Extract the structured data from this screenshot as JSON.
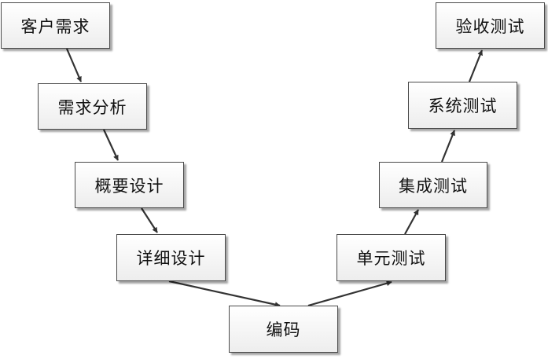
{
  "diagram": {
    "type": "v-model",
    "nodes": [
      {
        "label": "客户需求"
      },
      {
        "label": "需求分析"
      },
      {
        "label": "概要设计"
      },
      {
        "label": "详细设计"
      },
      {
        "label": "编码"
      },
      {
        "label": "单元测试"
      },
      {
        "label": "集成测试"
      },
      {
        "label": "系统测试"
      },
      {
        "label": "验收测试"
      }
    ],
    "edges": [
      {
        "from": "客户需求",
        "to": "需求分析"
      },
      {
        "from": "需求分析",
        "to": "概要设计"
      },
      {
        "from": "概要设计",
        "to": "详细设计"
      },
      {
        "from": "详细设计",
        "to": "编码"
      },
      {
        "from": "编码",
        "to": "单元测试"
      },
      {
        "from": "单元测试",
        "to": "集成测试"
      },
      {
        "from": "集成测试",
        "to": "系统测试"
      },
      {
        "from": "系统测试",
        "to": "验收测试"
      }
    ],
    "colors": {
      "box_border": "#4a4a4a",
      "box_fill_top": "#ffffff",
      "box_fill_bottom": "#ededed",
      "arrow": "#333333",
      "text": "#111111"
    }
  }
}
